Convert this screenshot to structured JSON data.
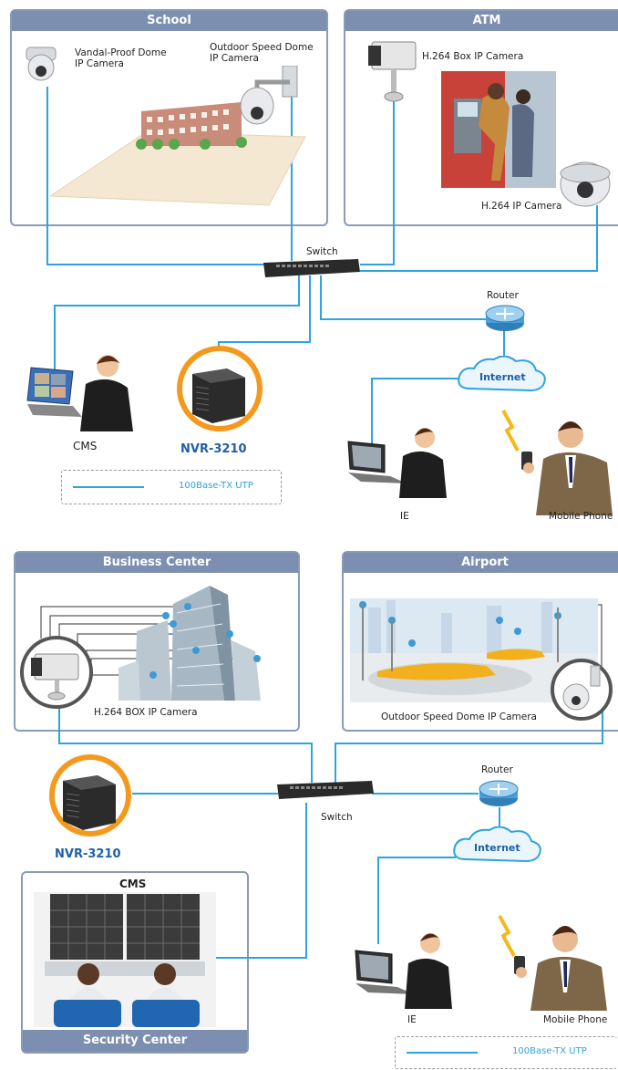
{
  "top": {
    "school": {
      "title": "School",
      "dome_label": "Vandal-Proof Dome\nIP Camera",
      "speed_label": "Outdoor Speed Dome\nIP Camera"
    },
    "atm": {
      "title": "ATM",
      "box_label": "H.264 Box IP Camera",
      "ip_label": "H.264 IP Camera"
    },
    "switch_label": "Switch",
    "router_label": "Router",
    "internet_label": "Internet",
    "cms_label": "CMS",
    "nvr_label": "NVR-3210",
    "ie_label": "IE",
    "mobile_label": "Mobile Phone",
    "legend_label": "100Base-TX UTP"
  },
  "bottom": {
    "business": {
      "title": "Business Center",
      "camera_label": "H.264 BOX IP Camera"
    },
    "airport": {
      "title": "Airport",
      "camera_label": "Outdoor Speed Dome IP Camera"
    },
    "switch_label": "Switch",
    "router_label": "Router",
    "internet_label": "Internet",
    "nvr_label": "NVR-3210",
    "security": {
      "cms_label": "CMS",
      "title": "Security Center"
    },
    "ie_label": "IE",
    "mobile_label": "Mobile Phone",
    "legend_label": "100Base-TX UTP"
  },
  "colors": {
    "cable": "#2ea3dd",
    "panel_header": "#7d8fb0",
    "nvr_orange": "#f39a1e",
    "nvr_text": "#1f5fa8"
  }
}
